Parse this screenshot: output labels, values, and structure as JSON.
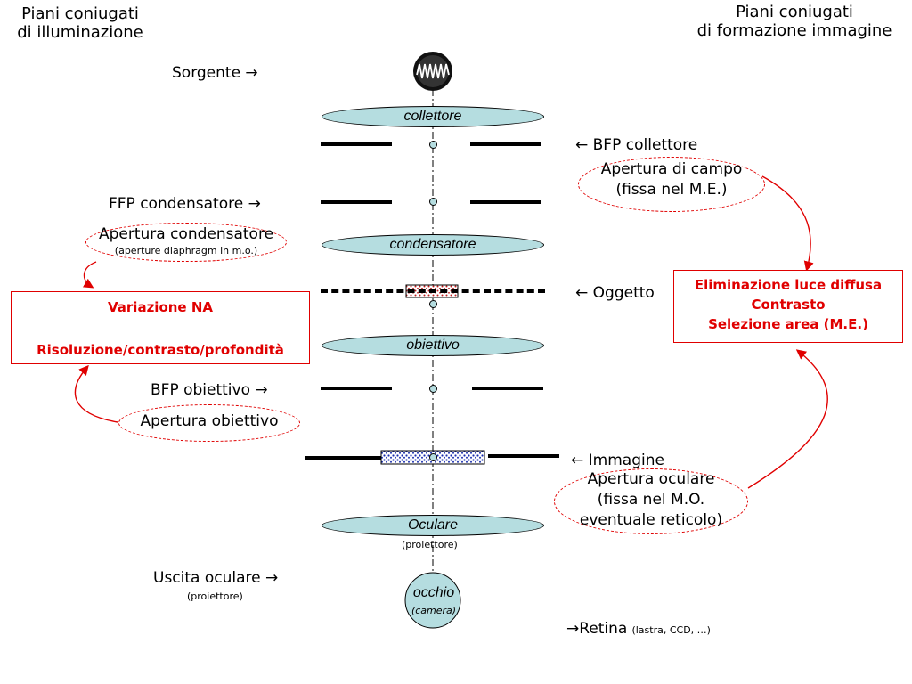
{
  "headers": {
    "left_line1": "Piani coniugati",
    "left_line2": "di illuminazione",
    "right_line1": "Piani coniugati",
    "right_line2": "di formazione immagine"
  },
  "left_labels": {
    "sorgente": "Sorgente →",
    "ffp_condensatore": "FFP condensatore →",
    "apertura_condensatore": "Apertura condensatore",
    "apertura_condensatore_note": "(aperture diaphragm in m.o.)",
    "bfp_obiettivo": "BFP obiettivo →",
    "apertura_obiettivo": "Apertura obiettivo",
    "uscita_oculare": "Uscita oculare →",
    "uscita_oculare_note": "(proiettore)"
  },
  "left_box": {
    "line1": "Variazione NA",
    "line2": "Risoluzione/contrasto/profondità"
  },
  "lenses": {
    "collettore": "collettore",
    "condensatore": "condensatore",
    "obiettivo": "obiettivo",
    "oculare": "Oculare",
    "oculare_note": "(proiettore)",
    "occhio": "occhio",
    "occhio_note": "(camera)"
  },
  "right_labels": {
    "bfp_collettore": "← BFP collettore",
    "apertura_campo_line1": "Apertura di campo",
    "apertura_campo_line2": "(fissa nel M.E.)",
    "oggetto": "← Oggetto",
    "immagine": "← Immagine",
    "apertura_oculare_line1": "Apertura oculare",
    "apertura_oculare_line2": "(fissa nel M.O.",
    "apertura_oculare_line3": "eventuale reticolo)",
    "retina": "→Retina",
    "retina_note": "(lastra, CCD, …)"
  },
  "right_box": {
    "line1": "Eliminazione luce diffusa",
    "line2": "Contrasto",
    "line3": "Selezione area (M.E.)"
  },
  "colors": {
    "lens_fill": "#b5dde0",
    "accent_red": "#e00000",
    "specimen": "#c02020",
    "image_plane": "#1a2fb0"
  }
}
